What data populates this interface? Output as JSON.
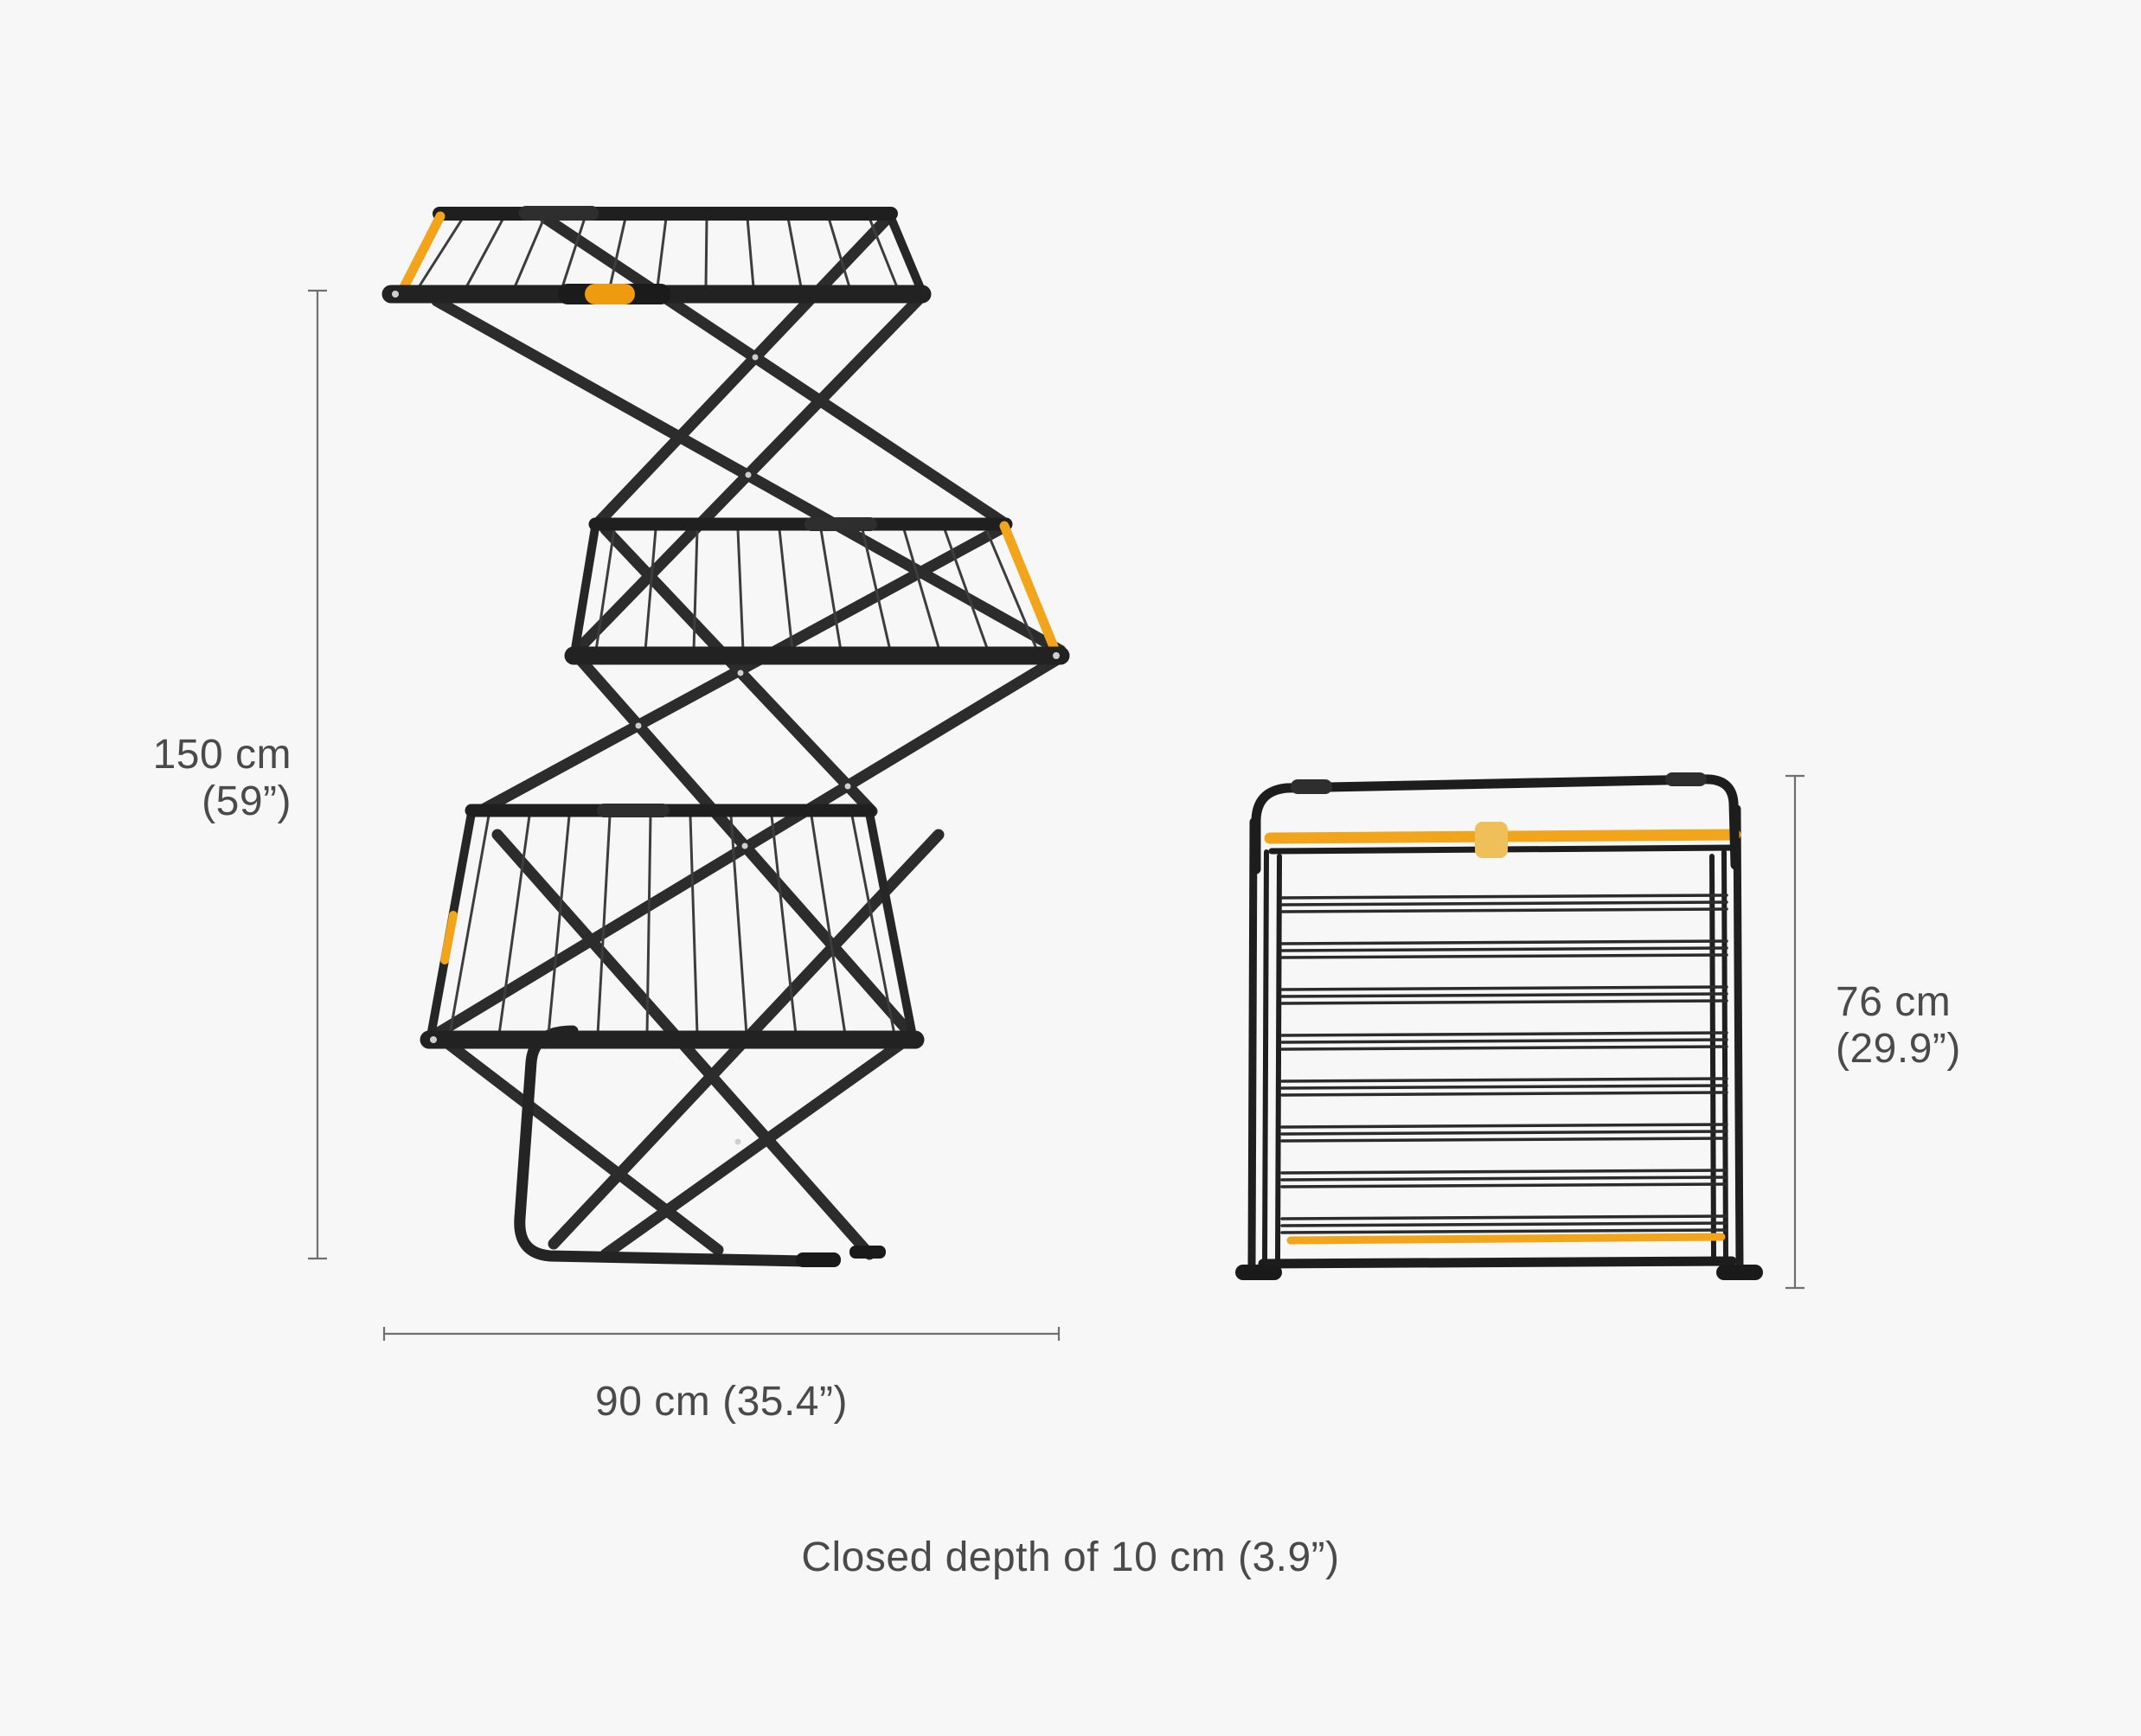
{
  "colors": {
    "background": "#f7f7f7",
    "rack_frame": "#232323",
    "rack_wire": "#3d3d3d",
    "accent_yellow": "#f2a41b",
    "clip_orange": "#ef9b10",
    "folded_clip_yellow": "#efc05a",
    "dimension_line": "#6f6f6f",
    "label_text": "#4a4a4a"
  },
  "open_view": {
    "height_label_line1": "150 cm",
    "height_label_line2": "(59”)",
    "width_label": "90 cm (35.4”)"
  },
  "folded_view": {
    "height_label_line1": "76 cm",
    "height_label_line2": "(29.9”)"
  },
  "caption": "Closed depth of 10 cm (3.9”)"
}
